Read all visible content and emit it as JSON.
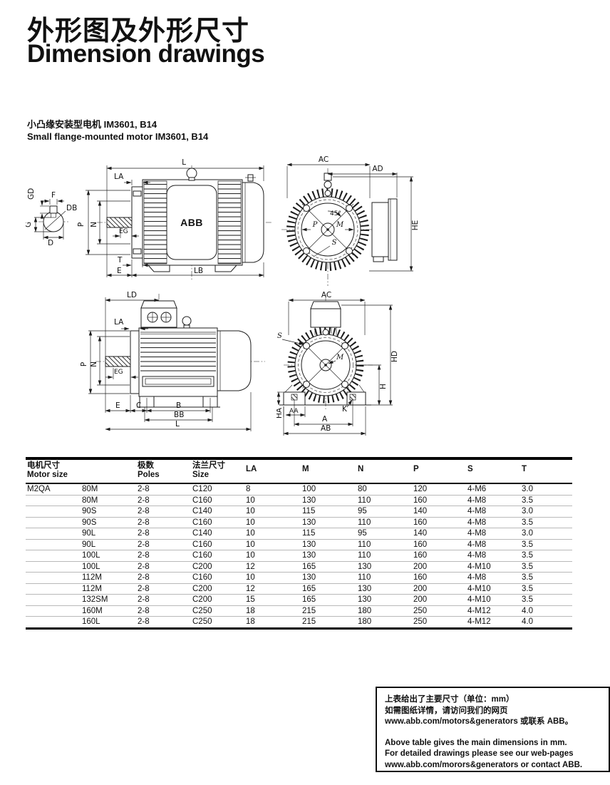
{
  "page": {
    "title_zh": "外形图及外形尺寸",
    "title_en": "Dimension drawings",
    "subtitle_zh": "小凸缘安装型电机 IM3601, B14",
    "subtitle_en": "Small flange-mounted motor IM3601, B14"
  },
  "drawings": {
    "brand": "ABB",
    "flange_side": {
      "labels": {
        "L": "L",
        "LA": "LA",
        "GD": "GD",
        "F": "F",
        "DB": "DB",
        "G": "G",
        "D": "D",
        "P": "P",
        "N": "N",
        "EG": "EG",
        "T": "T",
        "E": "E",
        "LB": "LB"
      }
    },
    "flange_front": {
      "labels": {
        "AC": "AC",
        "AD": "AD",
        "HE": "HE",
        "angle": "45°",
        "P": "P",
        "M": "M",
        "S": "S"
      }
    },
    "foot_side": {
      "labels": {
        "LD": "LD",
        "LA": "LA",
        "P": "P",
        "N": "N",
        "EG": "EG",
        "E": "E",
        "C": "C",
        "B": "B",
        "BB": "BB",
        "L": "L"
      }
    },
    "foot_front": {
      "labels": {
        "AC": "AC",
        "S": "S",
        "M": "M",
        "HD": "HD",
        "H": "H",
        "HA": "HA",
        "AA": "AA",
        "K": "K",
        "A": "A",
        "AB": "AB"
      }
    }
  },
  "table": {
    "header": {
      "motor_size_zh": "电机尺寸",
      "motor_size_en": "Motor size",
      "poles_zh": "极数",
      "poles_en": "Poles",
      "flange_zh": "法兰尺寸",
      "flange_en": "Size",
      "dims": [
        "LA",
        "M",
        "N",
        "P",
        "S",
        "T"
      ]
    },
    "rows": [
      [
        "M2QA",
        "80M",
        "2-8",
        "C120",
        "8",
        "100",
        "80",
        "120",
        "4-M6",
        "3.0"
      ],
      [
        "",
        "80M",
        "2-8",
        "C160",
        "10",
        "130",
        "110",
        "160",
        "4-M8",
        "3.5"
      ],
      [
        "",
        "90S",
        "2-8",
        "C140",
        "10",
        "115",
        "95",
        "140",
        "4-M8",
        "3.0"
      ],
      [
        "",
        "90S",
        "2-8",
        "C160",
        "10",
        "130",
        "110",
        "160",
        "4-M8",
        "3.5"
      ],
      [
        "",
        "90L",
        "2-8",
        "C140",
        "10",
        "115",
        "95",
        "140",
        "4-M8",
        "3.0"
      ],
      [
        "",
        "90L",
        "2-8",
        "C160",
        "10",
        "130",
        "110",
        "160",
        "4-M8",
        "3.5"
      ],
      [
        "",
        "100L",
        "2-8",
        "C160",
        "10",
        "130",
        "110",
        "160",
        "4-M8",
        "3.5"
      ],
      [
        "",
        "100L",
        "2-8",
        "C200",
        "12",
        "165",
        "130",
        "200",
        "4-M10",
        "3.5"
      ],
      [
        "",
        "112M",
        "2-8",
        "C160",
        "10",
        "130",
        "110",
        "160",
        "4-M8",
        "3.5"
      ],
      [
        "",
        "112M",
        "2-8",
        "C200",
        "12",
        "165",
        "130",
        "200",
        "4-M10",
        "3.5"
      ],
      [
        "",
        "132SM",
        "2-8",
        "C200",
        "15",
        "165",
        "130",
        "200",
        "4-M10",
        "3.5"
      ],
      [
        "",
        "160M",
        "2-8",
        "C250",
        "18",
        "215",
        "180",
        "250",
        "4-M12",
        "4.0"
      ],
      [
        "",
        "160L",
        "2-8",
        "C250",
        "18",
        "215",
        "180",
        "250",
        "4-M12",
        "4.0"
      ]
    ]
  },
  "note": {
    "zh_lines": [
      "上表给出了主要尺寸（单位：mm）",
      "如需图纸详情，请访问我们的网页",
      "www.abb.com/motors&generators 或联系 ABB。"
    ],
    "en_lines": [
      "Above table gives the main dimensions in mm.",
      "For detailed drawings please see our web-pages",
      "www.abb.com/morors&generators or contact ABB."
    ]
  }
}
